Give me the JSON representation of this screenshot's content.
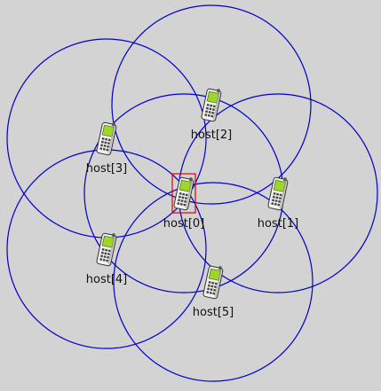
{
  "scene": {
    "background_color": "#d3d3d3",
    "range_color": "#0000cc",
    "selection_color": "#e00000",
    "selected_host": "host[0]"
  },
  "hosts": [
    {
      "label": "host[0]",
      "icon": "mobile-phone-icon",
      "selected": true
    },
    {
      "label": "host[1]",
      "icon": "mobile-phone-icon",
      "selected": false
    },
    {
      "label": "host[2]",
      "icon": "mobile-phone-icon",
      "selected": false
    },
    {
      "label": "host[3]",
      "icon": "mobile-phone-icon",
      "selected": false
    },
    {
      "label": "host[4]",
      "icon": "mobile-phone-icon",
      "selected": false
    },
    {
      "label": "host[5]",
      "icon": "mobile-phone-icon",
      "selected": false
    }
  ]
}
